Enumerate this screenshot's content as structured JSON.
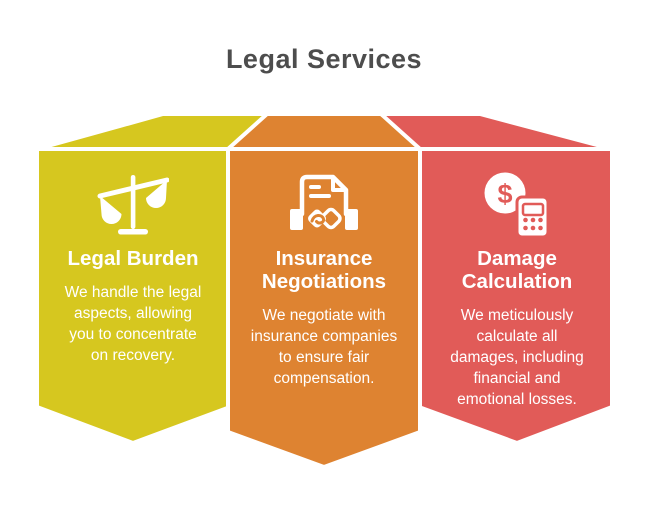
{
  "page": {
    "title": "Legal Services",
    "title_color": "#4d4d4d",
    "background": "#ffffff",
    "divider_color": "#ffffff"
  },
  "cards": [
    {
      "title": "Legal Burden",
      "description": "We handle the legal\naspects, allowing\nyou to concentrate\non recovery.",
      "color": "#d6c71f",
      "icon": "scales-of-justice-icon"
    },
    {
      "title": "Insurance\nNegotiations",
      "description": "We negotiate with\ninsurance companies\nto ensure fair\ncompensation.",
      "color": "#de8331",
      "icon": "document-handshake-icon"
    },
    {
      "title": "Damage\nCalculation",
      "description": "We meticulously\ncalculate all\ndamages, including\nfinancial and\nemotional losses.",
      "color": "#e15b58",
      "icon": "dollar-calculator-icon",
      "glyph": "$"
    }
  ]
}
